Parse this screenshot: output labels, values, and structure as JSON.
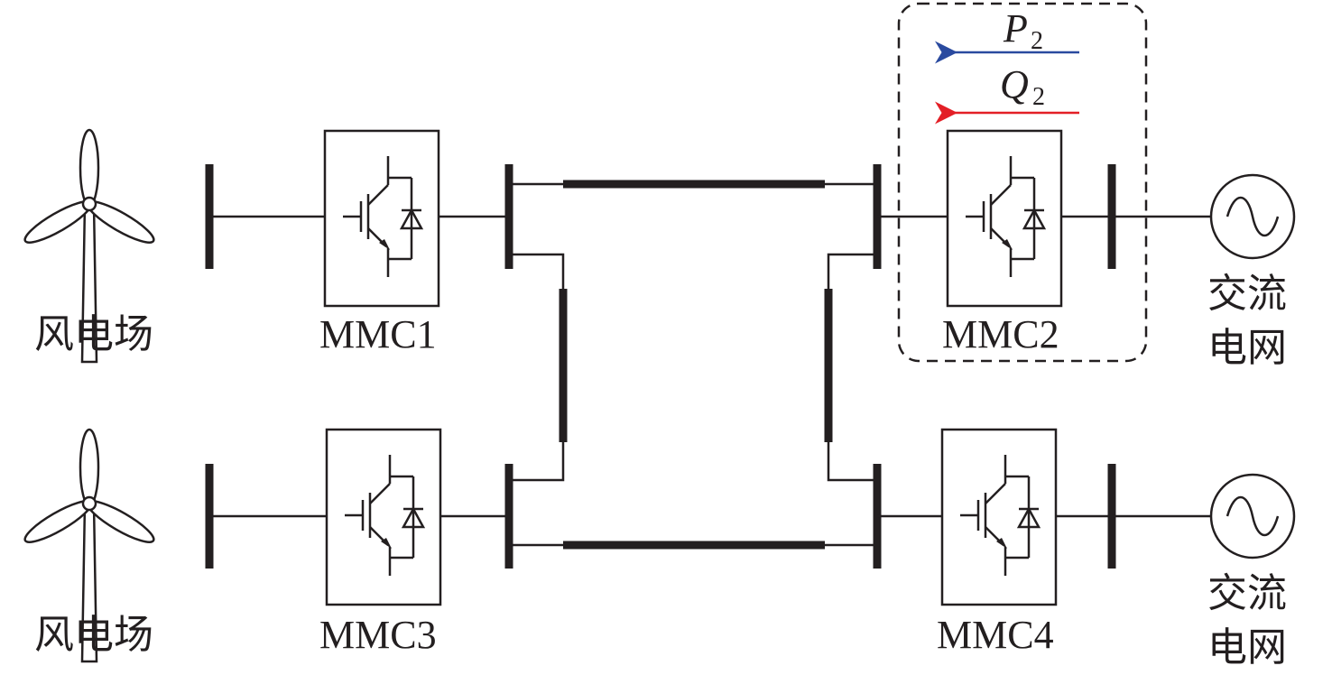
{
  "diagram": {
    "wind_farms": [
      {
        "label": "风电场"
      },
      {
        "label": "风电场"
      }
    ],
    "converters": [
      {
        "label": "MMC1"
      },
      {
        "label": "MMC2"
      },
      {
        "label": "MMC3"
      },
      {
        "label": "MMC4"
      }
    ],
    "ac_grids": [
      {
        "label_line1": "交流",
        "label_line2": "电网"
      },
      {
        "label_line1": "交流",
        "label_line2": "电网"
      }
    ],
    "power_flow": {
      "active": {
        "symbol": "P",
        "subscript": "2",
        "color": "#2a4a9f"
      },
      "reactive": {
        "symbol": "Q",
        "subscript": "2",
        "color": "#e31f26"
      }
    },
    "highlight_box_style": "dashed"
  }
}
